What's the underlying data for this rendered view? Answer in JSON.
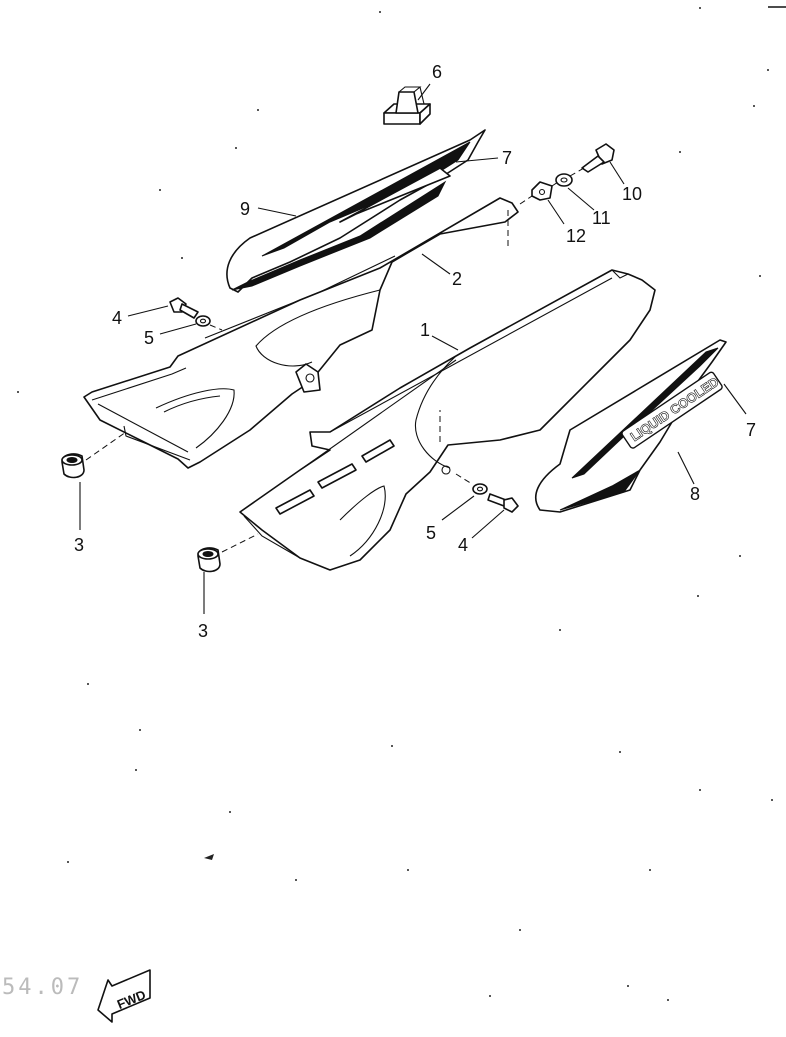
{
  "callouts": {
    "c1": "1",
    "c2": "2",
    "c3a": "3",
    "c3b": "3",
    "c4a": "4",
    "c4b": "4",
    "c5a": "5",
    "c5b": "5",
    "c6": "6",
    "c7a": "7",
    "c7b": "7",
    "c8": "8",
    "c9": "9",
    "c10": "10",
    "c11": "11",
    "c12": "12"
  },
  "decal_text": "LIQUID COOLED",
  "fwd_label": "FWD",
  "page_code": "54.07"
}
